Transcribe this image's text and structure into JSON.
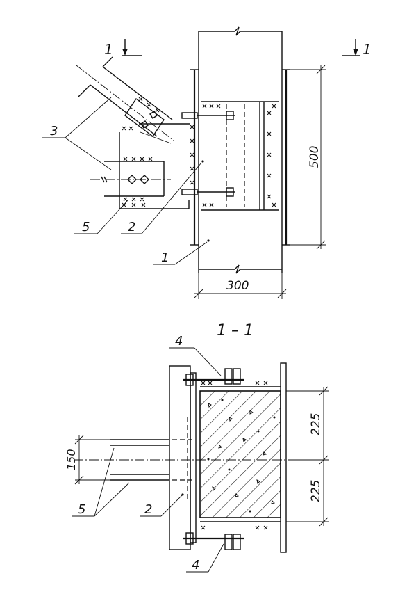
{
  "section_marks": {
    "left": "1",
    "right": "1"
  },
  "section_title": "1 – 1",
  "dimensions": {
    "plan_height": "500",
    "plan_width": "300",
    "section_upper": "225",
    "section_lower": "225",
    "section_spacing": "150"
  },
  "callouts": {
    "plan": [
      "3",
      "5",
      "2",
      "1"
    ],
    "section": [
      "4",
      "5",
      "2",
      "4"
    ]
  },
  "colors": {
    "ink": "#111111",
    "paper": "#ffffff"
  }
}
